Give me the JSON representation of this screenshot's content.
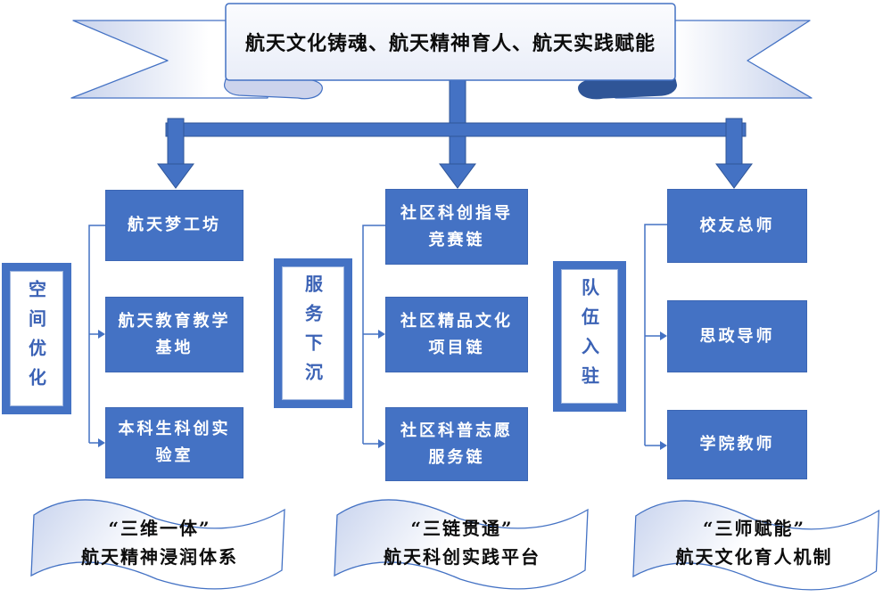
{
  "banner": {
    "title": "航天文化铸魂、航天精神育人、航天实践赋能"
  },
  "groups": [
    {
      "side_label": "空间优化",
      "boxes": [
        {
          "label": "航天梦工坊"
        },
        {
          "label": "航天教育教学基地"
        },
        {
          "label": "本科生科创实验室"
        }
      ],
      "footer_line1": "“三维一体”",
      "footer_line2": "航天精神浸润体系"
    },
    {
      "side_label": "服务下沉",
      "boxes": [
        {
          "label": "社区科创指导竞赛链"
        },
        {
          "label": "社区精品文化项目链"
        },
        {
          "label": "社区科普志愿服务链"
        }
      ],
      "footer_line1": "“三链贯通”",
      "footer_line2": "航天科创实践平台"
    },
    {
      "side_label": "队伍入驻",
      "boxes": [
        {
          "label": "校友总师"
        },
        {
          "label": "思政导师"
        },
        {
          "label": "学院教师"
        }
      ],
      "footer_line1": "“三师赋能”",
      "footer_line2": "航天文化育人机制"
    }
  ],
  "colors": {
    "node_fill": "#4472C4",
    "connector_fill": "#4472C4",
    "connector_stroke": "#2F5597",
    "outline": "#4472C4",
    "side_label_text": "#3B62B5",
    "ribbon_curl_dark": "#2F5597",
    "ribbon_curl_light": "#CCD3EC"
  }
}
